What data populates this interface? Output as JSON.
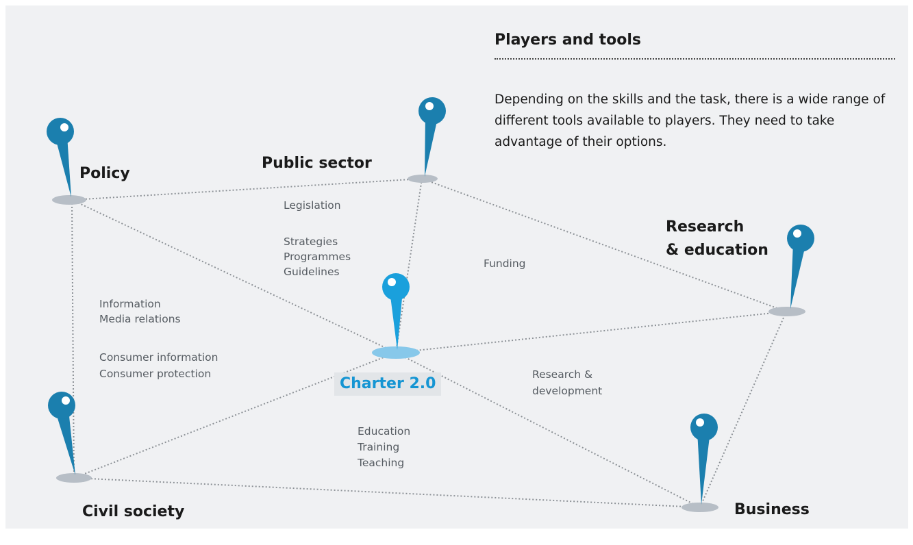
{
  "info": {
    "title": "Players and tools",
    "body": "Depending on the skills and the task, there is a wide range of different tools available to players. They need to take advantage of their options."
  },
  "nodes": {
    "policy": "Policy",
    "public_sector": "Public sector",
    "research_line1": "Research",
    "research_line2": "& education",
    "civil_society": "Civil society",
    "business": "Business",
    "charter": "Charter 2.0"
  },
  "tools": {
    "legislation": "Legislation",
    "strategies": "Strategies",
    "programmes": "Programmes",
    "guidelines": "Guidelines",
    "funding": "Funding",
    "information": "Information",
    "media_relations": "Media relations",
    "consumer_information": "Consumer information",
    "consumer_protection": "Consumer protection",
    "research_dev_line1": "Research &",
    "research_dev_line2": "development",
    "education": "Education",
    "training": "Training",
    "teaching": "Teaching"
  },
  "colors": {
    "pin": "#1b7fae",
    "pin_center": "#1aa0dc",
    "pin_base": "#b7bec6",
    "center_label": "#1595d3",
    "panel": "#f0f1f3"
  }
}
